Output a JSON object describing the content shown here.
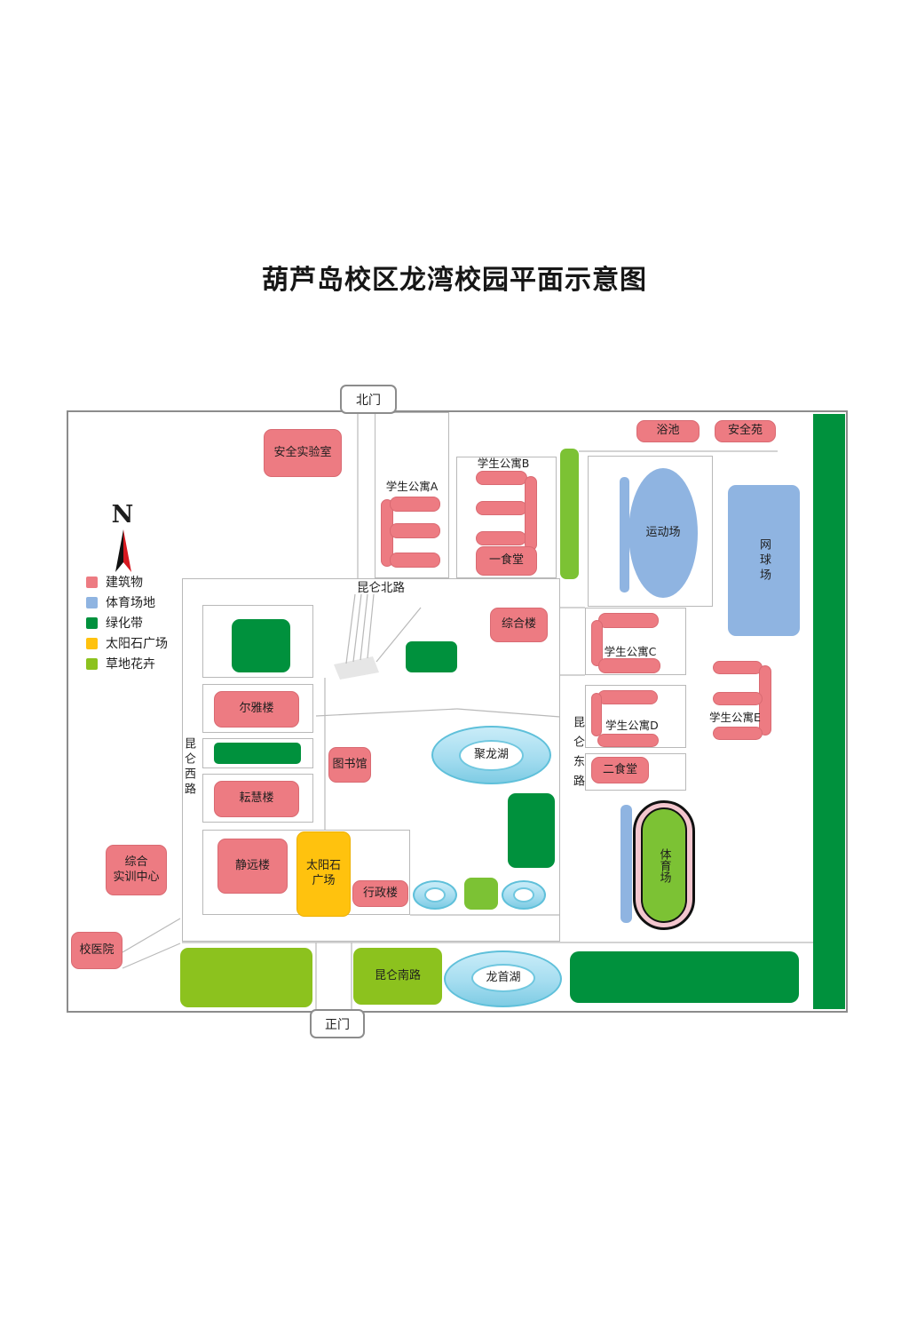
{
  "title": "葫芦岛校区龙湾校园平面示意图",
  "compass": {
    "north_label": "N"
  },
  "legend": {
    "items": [
      {
        "label": "建筑物",
        "color": "#ED7B82"
      },
      {
        "label": "体育场地",
        "color": "#8FB4E1"
      },
      {
        "label": "绿化带",
        "color": "#00913D"
      },
      {
        "label": "太阳石广场",
        "color": "#FFC20E"
      },
      {
        "label": "草地花卉",
        "color": "#8CC21E"
      }
    ]
  },
  "gates": {
    "north": "北门",
    "main": "正门"
  },
  "roads": {
    "north": "昆仑北路",
    "west": "昆仑西路",
    "east": "昆仑东路",
    "south": "昆仑南路"
  },
  "buildings": {
    "safety_lab": "安全实验室",
    "dorm_a": "学生公寓A",
    "dorm_b": "学生公寓B",
    "canteen_1": "一食堂",
    "bathhouse": "浴池",
    "anquanyuan": "安全苑",
    "complex_building": "综合楼",
    "dorm_c": "学生公寓C",
    "dorm_d": "学生公寓D",
    "dorm_e": "学生公寓E",
    "canteen_2": "二食堂",
    "erya": "尔雅楼",
    "library": "图书馆",
    "yunhui": "耘慧楼",
    "jingyuan": "静远楼",
    "admin": "行政楼",
    "training_center": "综合\n实训中心",
    "hospital": "校医院"
  },
  "plaza": {
    "label": "太阳石\n广场"
  },
  "sports": {
    "stadium": "运动场",
    "tennis_court": "网球场",
    "sports_field": "体育场"
  },
  "lakes": {
    "julong": "聚龙湖",
    "longshou": "龙首湖"
  }
}
